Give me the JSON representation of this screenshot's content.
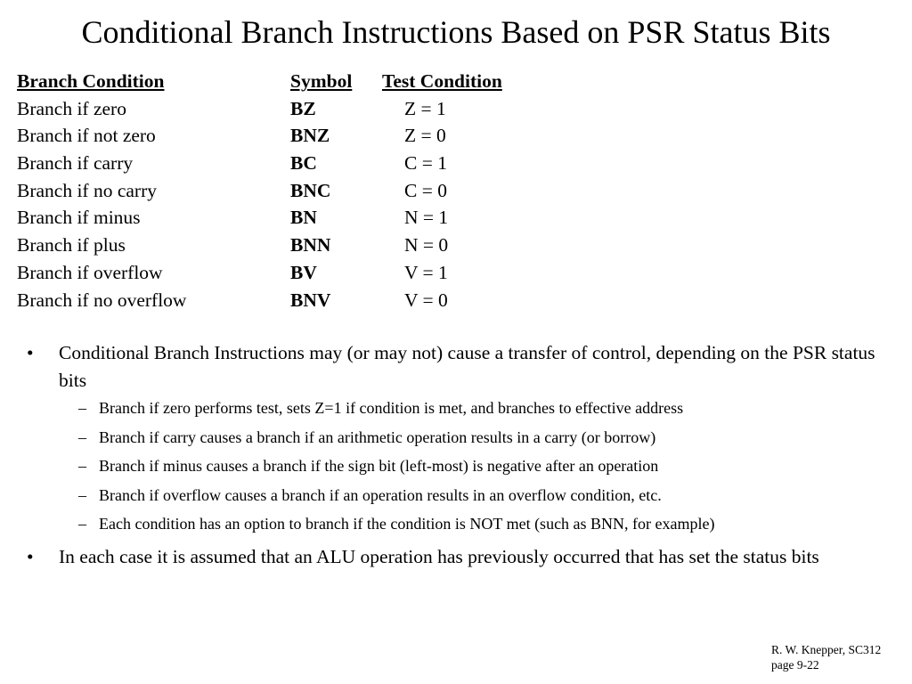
{
  "title": "Conditional Branch Instructions Based on PSR Status Bits",
  "table": {
    "headers": [
      "Branch Condition",
      "Symbol",
      "Test Condition"
    ],
    "rows": [
      [
        "Branch if zero",
        "BZ",
        "Z = 1"
      ],
      [
        "Branch if not zero",
        "BNZ",
        "Z = 0"
      ],
      [
        "Branch if carry",
        "BC",
        "C = 1"
      ],
      [
        "Branch if no carry",
        "BNC",
        "C = 0"
      ],
      [
        "Branch if minus",
        "BN",
        "N = 1"
      ],
      [
        "Branch if plus",
        "BNN",
        "N = 0"
      ],
      [
        "Branch if overflow",
        "BV",
        "V = 1"
      ],
      [
        "Branch if no overflow",
        "BNV",
        "V = 0"
      ]
    ]
  },
  "bullets": [
    {
      "mark": "•",
      "text": "Conditional Branch Instructions may (or may not) cause a transfer of control, depending on the PSR status bits",
      "sub": [
        {
          "mark": "–",
          "text": "Branch if zero performs test, sets Z=1 if condition is met, and branches to effective address"
        },
        {
          "mark": "–",
          "text": "Branch if carry causes a branch if an arithmetic operation results in a carry (or borrow)"
        },
        {
          "mark": "–",
          "text": "Branch if minus causes a branch if the sign bit (left-most) is negative after an operation"
        },
        {
          "mark": "–",
          "text": "Branch if overflow  causes a branch if an operation results in an overflow condition, etc."
        },
        {
          "mark": "–",
          "text": "Each condition has an option to branch if the condition is NOT met (such as BNN, for example)"
        }
      ]
    },
    {
      "mark": "•",
      "text": "In each case it is assumed that an ALU operation has previously occurred that has set the status bits",
      "sub": []
    }
  ],
  "footer": {
    "author": "R. W. Knepper, SC312",
    "page": "page 9-22"
  }
}
